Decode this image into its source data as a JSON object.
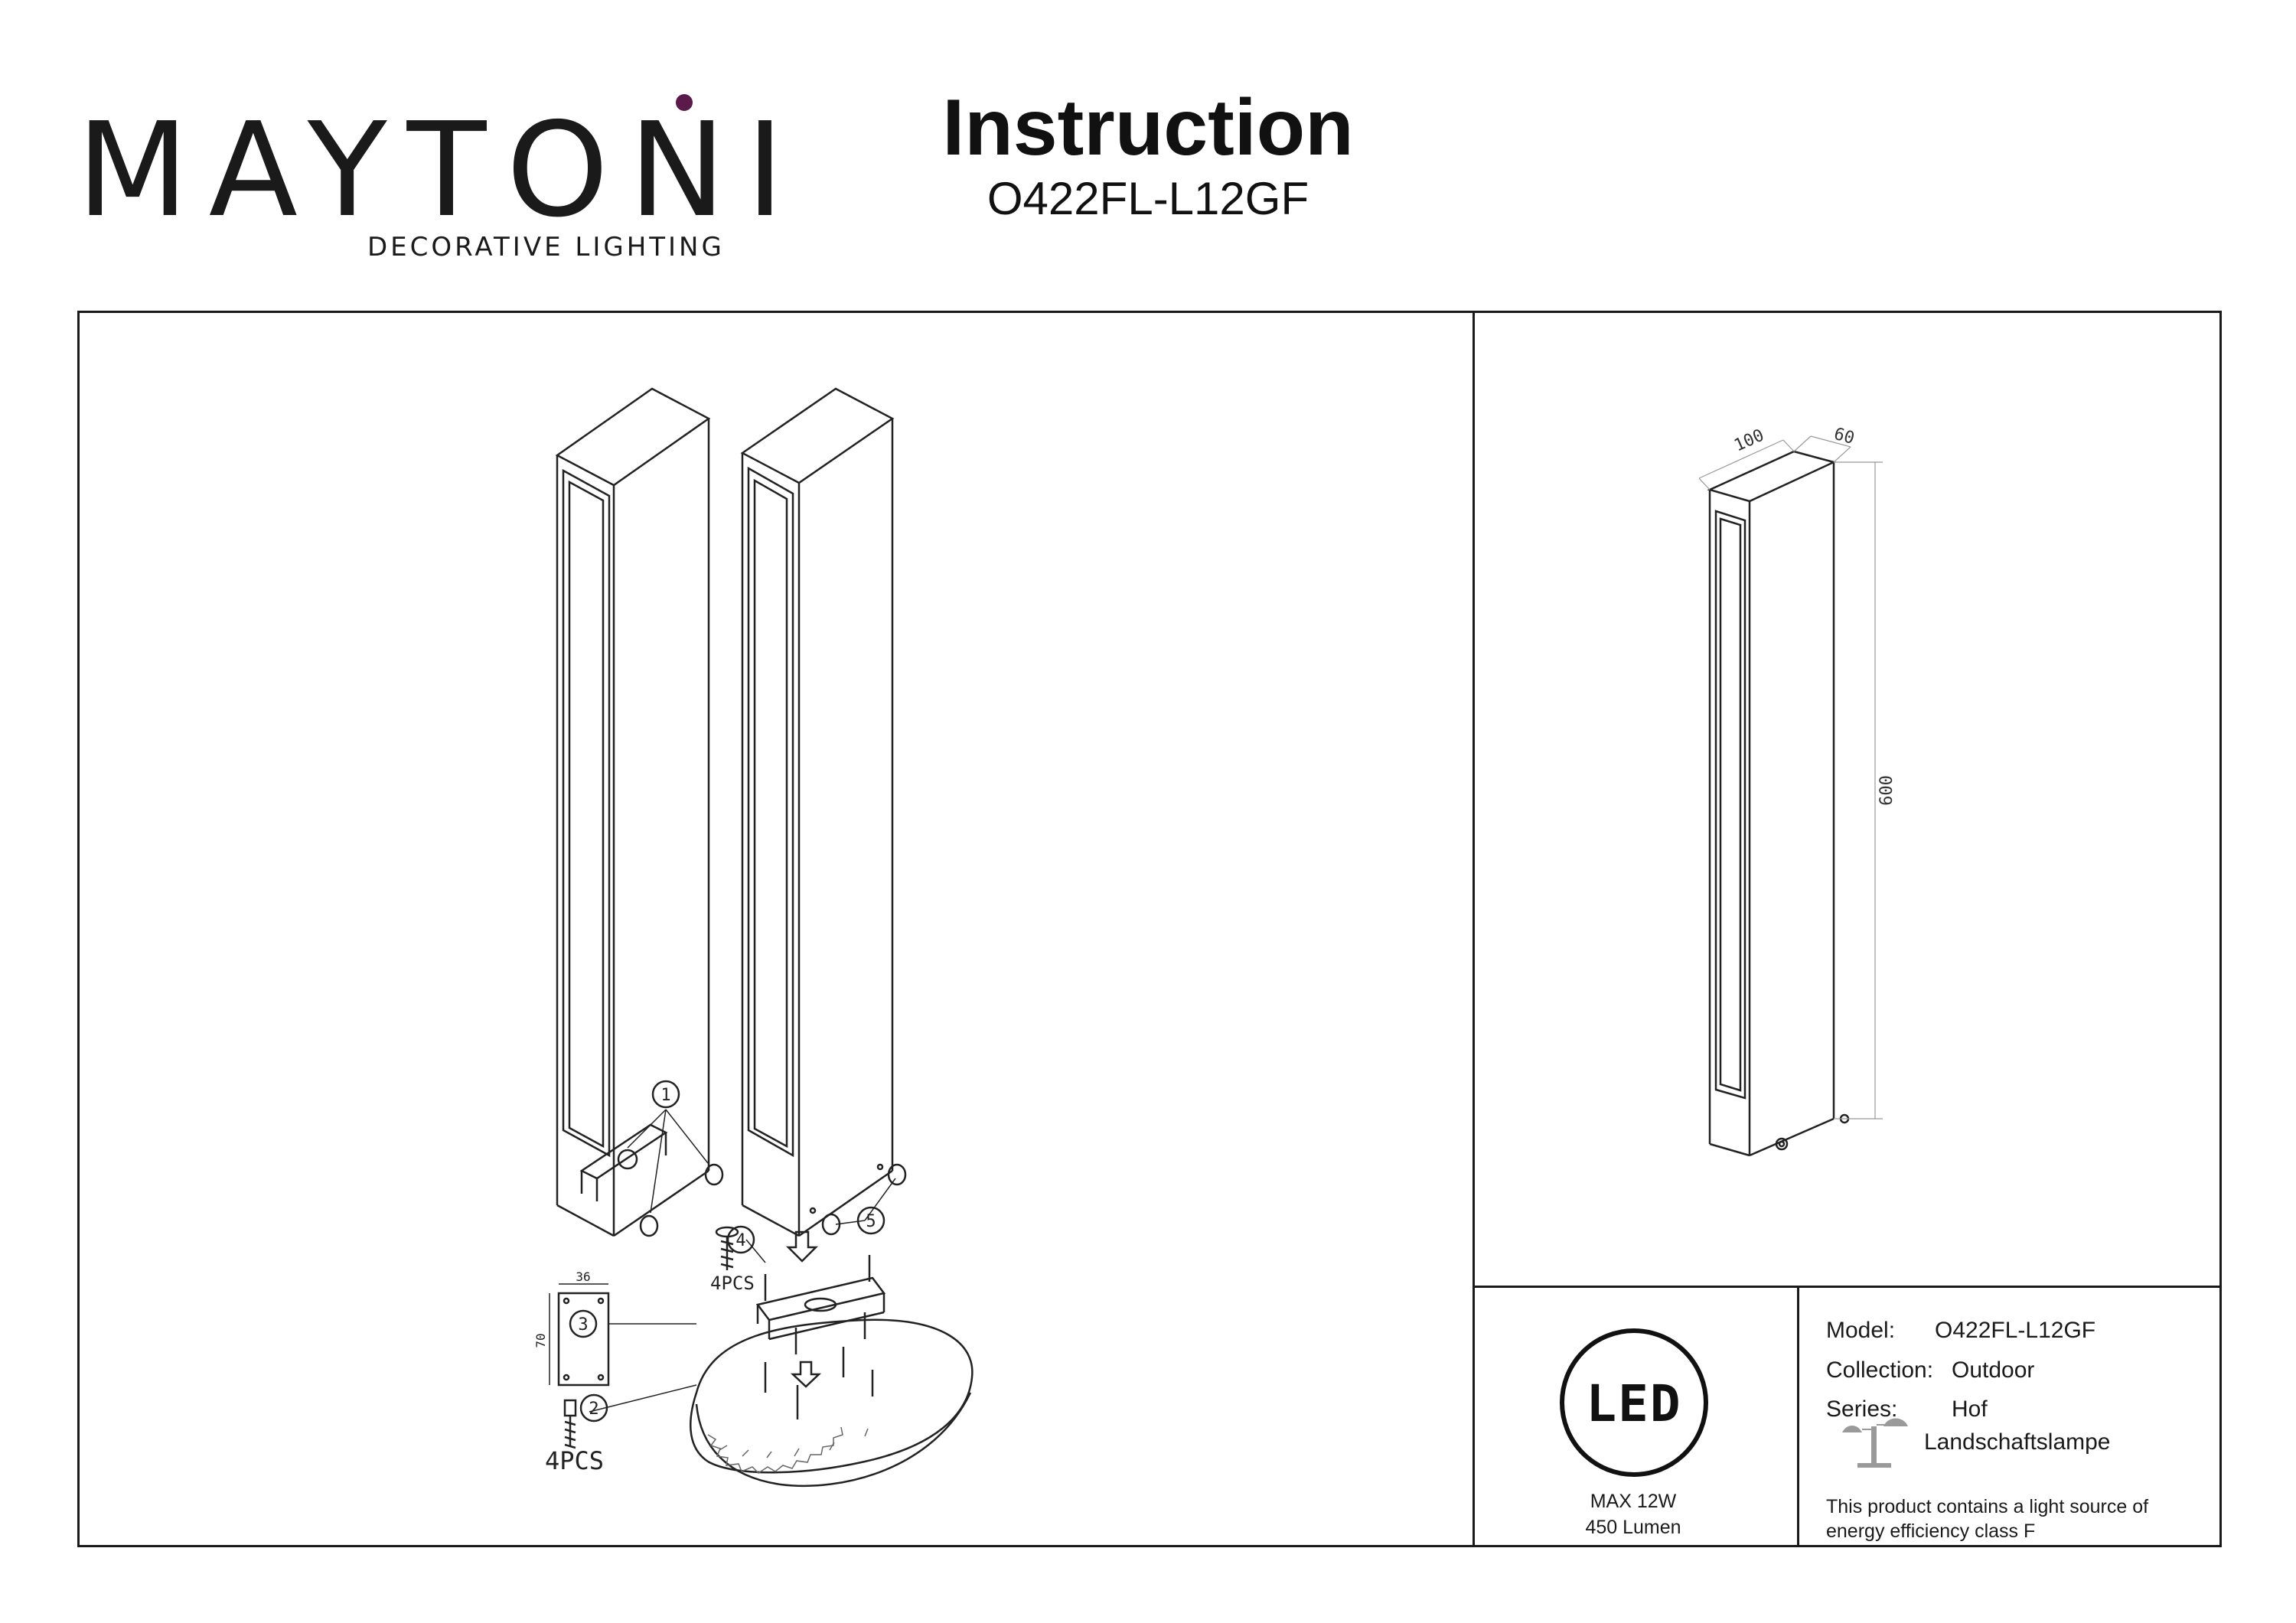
{
  "header": {
    "logo_word": "MAYTONI",
    "logo_tagline": "DECORATIVE LIGHTING",
    "title": "Instruction",
    "model_code": "O422FL-L12GF"
  },
  "assembly": {
    "callouts": [
      "1",
      "2",
      "3",
      "4",
      "5"
    ],
    "screw_qty_label": "4PCS",
    "anchor_qty_label": "4PCS",
    "plate_width": "36",
    "plate_height": "70"
  },
  "dimensions": {
    "width": "100",
    "depth": "60",
    "height": "600"
  },
  "led": {
    "badge": "LED",
    "power": "MAX 12W",
    "lumen": "450 Lumen"
  },
  "specs": {
    "model_label": "Model:",
    "model_value": "O422FL-L12GF",
    "collection_label": "Collection:",
    "collection_value": "Outdoor",
    "series_label": "Series:",
    "series_value": "Hof",
    "type_value": "Landschaftslampe",
    "energy_line1": "This product contains a light source of",
    "energy_line2": "energy efficiency class F"
  },
  "colors": {
    "ink": "#1a1a1a",
    "logo_dot": "#5b1a4a",
    "lamp_icon": "#9a9a9a"
  }
}
